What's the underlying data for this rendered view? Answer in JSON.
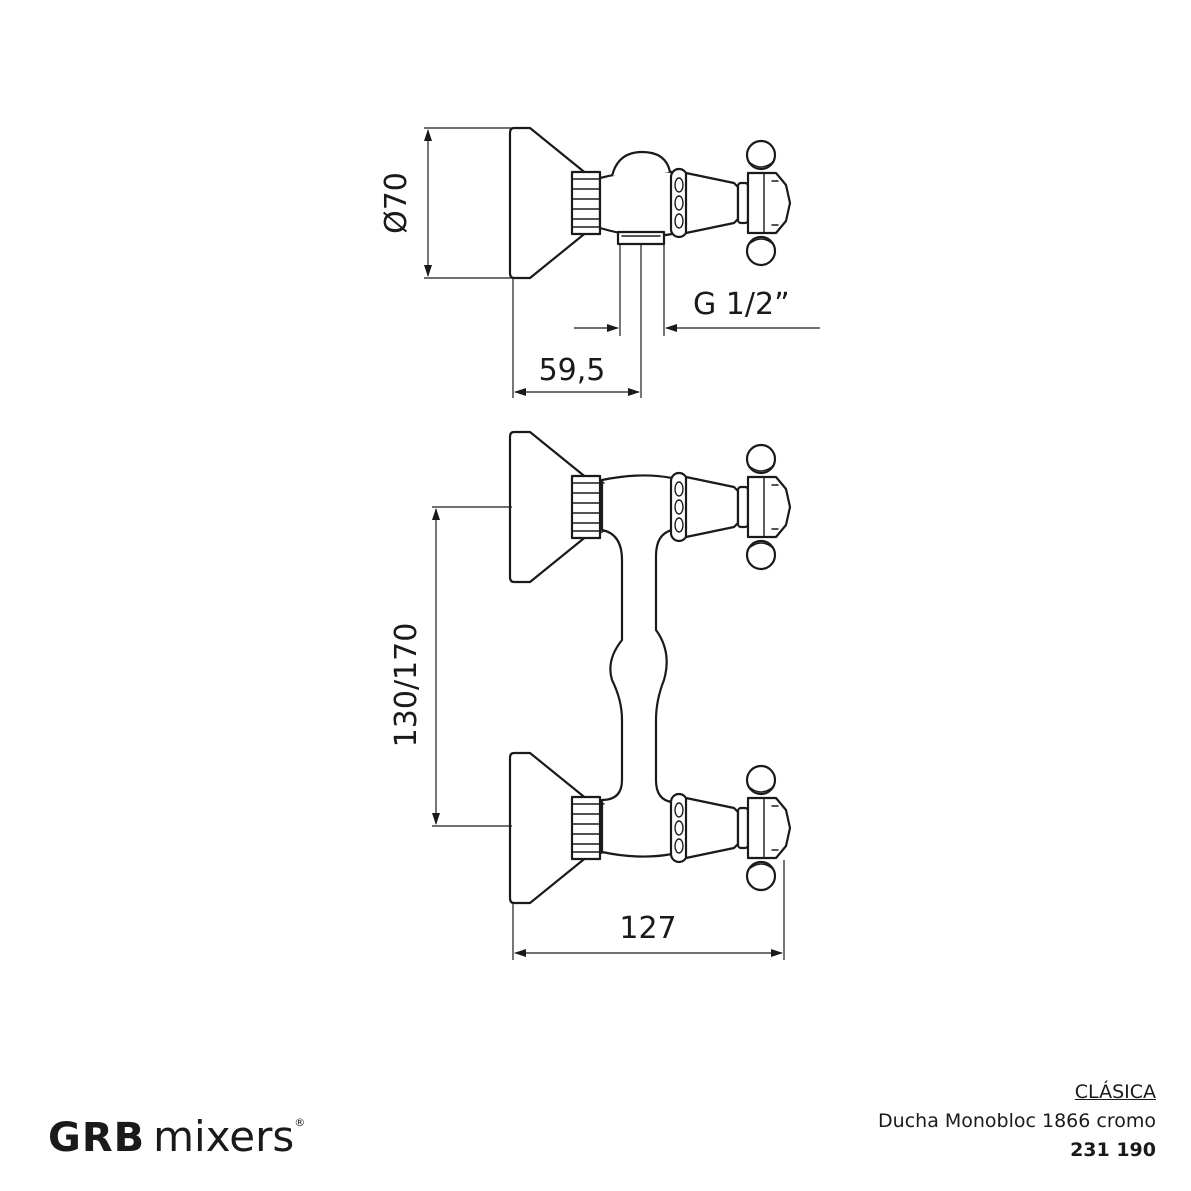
{
  "dimensions": {
    "diameter": "Ø70",
    "thread": "G 1/2”",
    "depth": "59,5",
    "centers": "130/170",
    "width": "127"
  },
  "title_block": {
    "series": "CLÁSICA",
    "product": "Ducha Monobloc 1866 cromo",
    "code": "231 190"
  },
  "logo": {
    "brand": "GRB",
    "word": "mixers",
    "mark": "®"
  }
}
